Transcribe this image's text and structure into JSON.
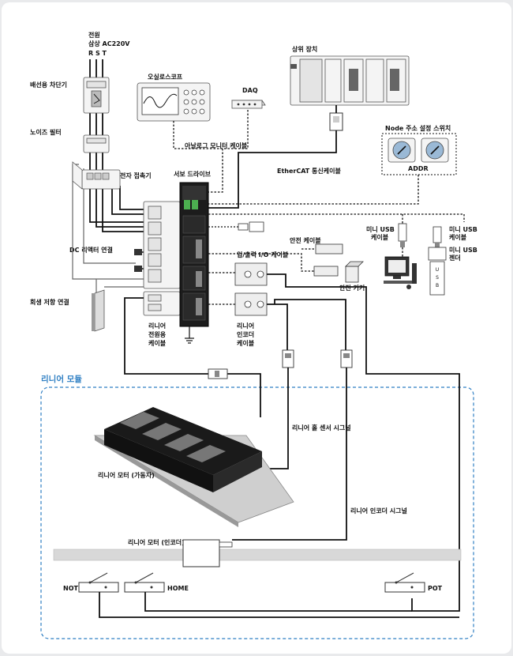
{
  "labels": {
    "power": "전원",
    "phase": "삼상 AC220V",
    "rst": "R  S  T",
    "breaker": "배선용 차단기",
    "noise_filter": "노이즈 필터",
    "contactor": "전자 접촉기",
    "dc_reactor": "DC 리액터 연결",
    "regen_resistor": "회생 저항 연결",
    "oscilloscope": "오실로스코프",
    "daq": "DAQ",
    "analog_cable": "아날로그 모니터 케이블",
    "host_device": "상위 장치",
    "ethercat_cable": "EtherCAT 통신케이블",
    "node_switch": "Node 주소 설정 스위치",
    "addr": "ADDR",
    "servo_drive": "서보 드라이브",
    "mini_usb_cable_1": "미니 USB",
    "mini_usb_cable_2": "케이블",
    "mini_usb_cable_right_1": "미니 USB",
    "mini_usb_cable_right_2": "케이블",
    "mini_usb_gender_1": "미니 USB",
    "mini_usb_gender_2": "젠더",
    "safety_cable": "안전 케이블",
    "safety_device": "안전 기기",
    "io_cable": "입/출력 I/O 케이블",
    "power_cable_1": "리니어",
    "power_cable_2": "전원용",
    "power_cable_3": "케이블",
    "encoder_cable_1": "리니어",
    "encoder_cable_2": "인코더",
    "encoder_cable_3": "케이블",
    "linear_module": "리니어 모듈",
    "hall_signal": "리니어 홀 센서 시그널",
    "motor_mover": "리니어 모터 (가동자)",
    "encoder_signal": "리니어 인코더 시그널",
    "motor_encoder": "리니어 모터 (인코더)",
    "not": "NOT",
    "home": "HOME",
    "pot": "POT",
    "usb_text": "U S B"
  },
  "colors": {
    "accent": "#2f7fc3",
    "line": "#111111",
    "background": "#ffffff"
  }
}
